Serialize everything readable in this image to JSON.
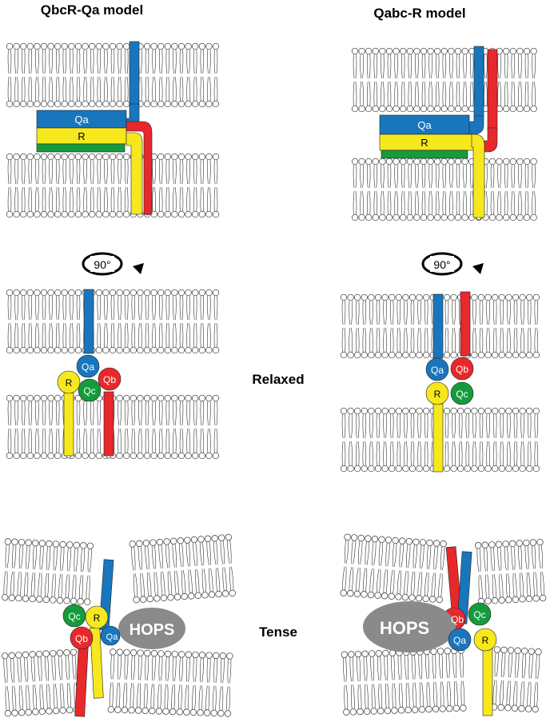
{
  "titles": {
    "left_model": "QbcR-Qa model",
    "right_model": "Qabc-R model"
  },
  "states": {
    "relaxed": "Relaxed",
    "tense": "Tense"
  },
  "rotation_label": "90°",
  "labels": {
    "qa": "Qa",
    "qb": "Qb",
    "qc": "Qc",
    "r": "R",
    "hops": "HOPS"
  },
  "colors": {
    "qa": "#1976bd",
    "qb": "#e8282b",
    "qc": "#169b3c",
    "r": "#f6e81d",
    "hops": "#8a8a8a",
    "lipid": "#333333"
  }
}
